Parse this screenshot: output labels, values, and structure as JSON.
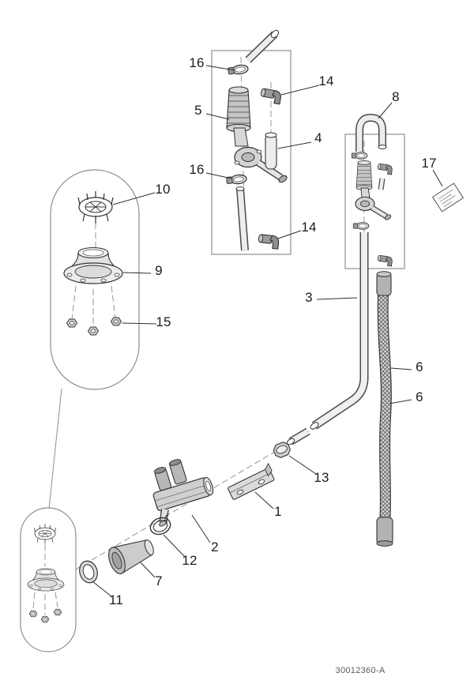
{
  "diagram": {
    "doc_number": "30012360-A",
    "colors": {
      "ink": "#333333",
      "enclosure": "#8f8f8f",
      "background": "#ffffff"
    },
    "callouts": [
      {
        "text": "16"
      },
      {
        "text": "14"
      },
      {
        "text": "5"
      },
      {
        "text": "4"
      },
      {
        "text": "16"
      },
      {
        "text": "14"
      },
      {
        "text": "8"
      },
      {
        "text": "17"
      },
      {
        "text": "10"
      },
      {
        "text": "9"
      },
      {
        "text": "3"
      },
      {
        "text": "15"
      },
      {
        "text": "6"
      },
      {
        "text": "6"
      },
      {
        "text": "13"
      },
      {
        "text": "1"
      },
      {
        "text": "2"
      },
      {
        "text": "12"
      },
      {
        "text": "7"
      },
      {
        "text": "11"
      }
    ]
  }
}
